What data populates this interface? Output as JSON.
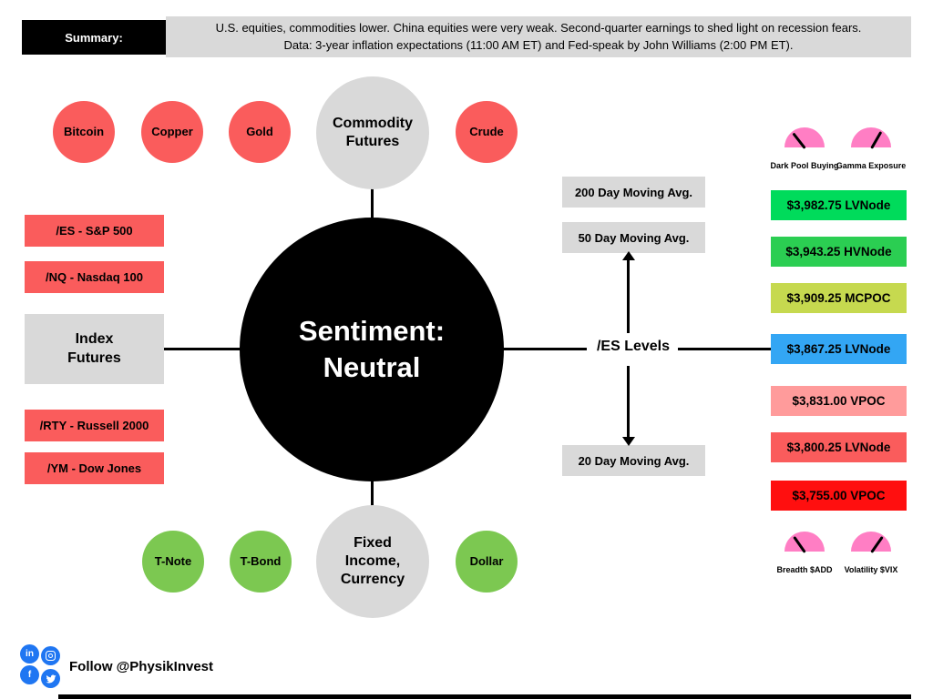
{
  "colors": {
    "red": "#FA5C5C",
    "gray": "#D9D9D9",
    "green": "#7CC851",
    "pink": "#FF7EC4",
    "social-blue": "#1F76F2"
  },
  "summary": {
    "label": "Summary:",
    "line1": "U.S. equities, commodities lower. China equities were very weak. Second-quarter earnings to shed light on recession fears.",
    "line2": "Data: 3-year inflation expectations (11:00 AM ET) and Fed-speak by John Williams (2:00 PM ET)."
  },
  "sentiment": {
    "line1": "Sentiment:",
    "line2": "Neutral"
  },
  "commodity_futures": {
    "hub_label": "Commodity Futures",
    "satellites": [
      "Bitcoin",
      "Copper",
      "Gold",
      "Crude"
    ]
  },
  "index_futures": {
    "hub_label": "Index Futures",
    "items": [
      "/ES - S&P 500",
      "/NQ - Nasdaq 100",
      "/RTY - Russell 2000",
      "/YM - Dow Jones"
    ]
  },
  "fixed_income": {
    "hub_label": "Fixed Income, Currency",
    "satellites": [
      "T-Note",
      "T-Bond",
      "Dollar"
    ]
  },
  "es_levels": {
    "label": "/ES Levels",
    "moving_averages": [
      "200 Day Moving Avg.",
      "50 Day Moving Avg.",
      "20 Day Moving Avg."
    ],
    "levels": [
      {
        "label": "$3,982.75 LVNode",
        "color": "#00DB5B"
      },
      {
        "label": "$3,943.25 HVNode",
        "color": "#2BCE52"
      },
      {
        "label": "$3,909.25 MCPOC",
        "color": "#C6D94F"
      },
      {
        "label": "$3,867.25 LVNode",
        "color": "#33A6F4"
      },
      {
        "label": "$3,831.00 VPOC",
        "color": "#FF9B9B"
      },
      {
        "label": "$3,800.25 LVNode",
        "color": "#FA5C5C"
      },
      {
        "label": "$3,755.00 VPOC",
        "color": "#FF0F0F"
      }
    ]
  },
  "gauges": {
    "top": [
      {
        "label": "Dark Pool Buying"
      },
      {
        "label": "Gamma Exposure"
      }
    ],
    "bottom": [
      {
        "label": "Breadth $ADD"
      },
      {
        "label": "Volatility $VIX"
      }
    ]
  },
  "icons": {
    "linkedin": "in",
    "facebook": "f"
  },
  "footer": {
    "follow_text": "Follow @PhysikInvest"
  }
}
